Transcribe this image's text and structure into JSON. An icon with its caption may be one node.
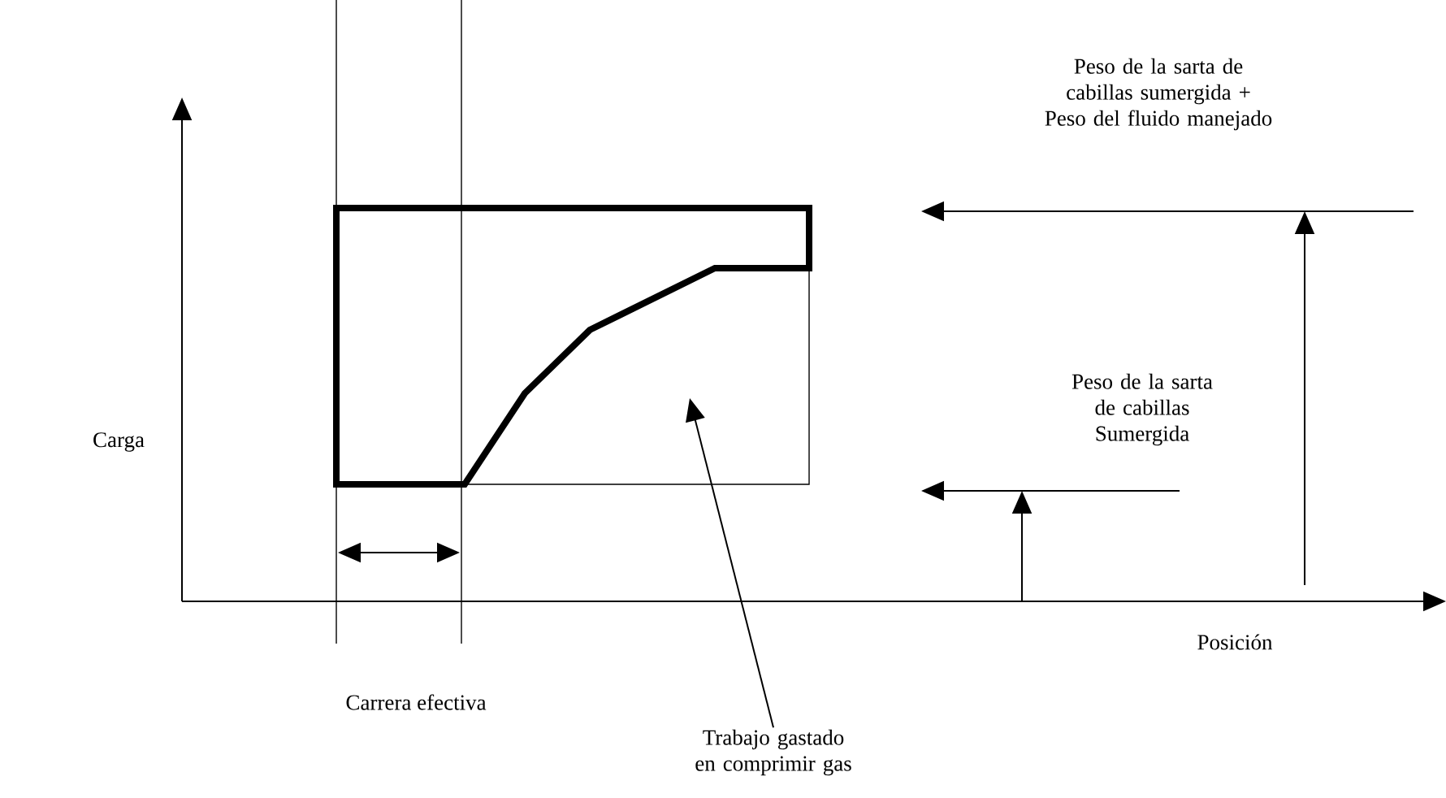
{
  "diagram": {
    "nodes": [
      {
        "text": [
          "Trabajo gastado en comprimir gas"
        ]
      },
      {
        "text": [],
        "shape": "box"
      }
    ],
    "edges": [
      {
        "from": 0,
        "to": 1,
        "arrow": "to"
      }
    ],
    "labels": [
      "Peso de la sarta de cabillas sumergida + Peso del fluido manejado",
      "Carga",
      "Peso de la sarta de cabillas Sumergida",
      "Posición",
      "Carrera efectiva"
    ]
  }
}
